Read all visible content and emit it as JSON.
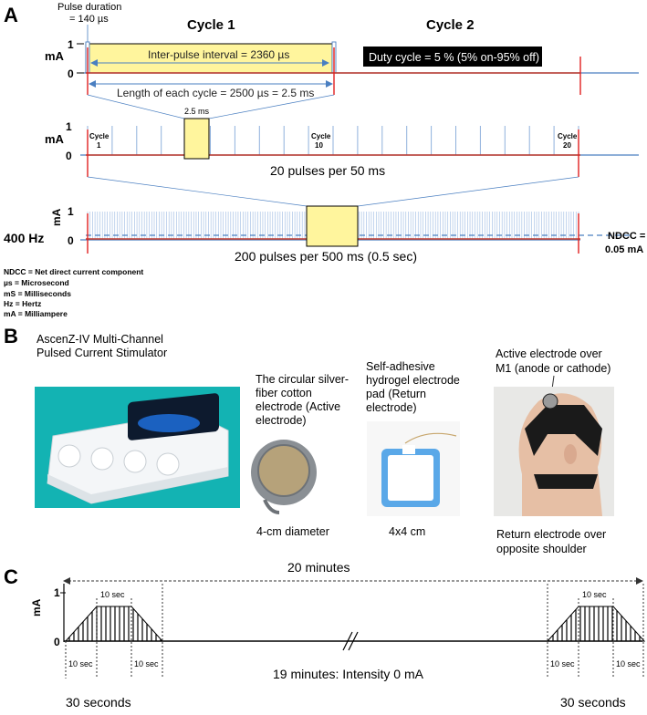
{
  "panelA": {
    "letter": "A",
    "pulse_duration": [
      "Pulse duration",
      "= 140 µs"
    ],
    "cycle1": "Cycle 1",
    "cycle2": "Cycle 2",
    "ma": "mA",
    "y1": "1",
    "y0": "0",
    "interpulse": "Inter-pulse interval = 2360 µs",
    "duty": "Duty cycle = 5 % (5% on-95% off)",
    "cycle_length": "Length of each cycle = 2500 µs = 2.5 ms",
    "ms25": "2.5 ms",
    "cyc_word": "Cycle",
    "c1": "1",
    "c10": "10",
    "c20": "20",
    "pulses50": "20 pulses per 50 ms",
    "hz": "400 Hz",
    "pulses500": "200 pulses per 500 ms (0.5 sec)",
    "ndcc": [
      "NDCC =",
      "0.05 mA"
    ],
    "legend": [
      "NDCC = Net direct current component",
      "µs =  Microsecond",
      "mS = Milliseconds",
      "Hz = Hertz",
      "mA = Milliampere"
    ],
    "colors": {
      "pulse_fill": "#fff59d",
      "baseline": "#c0392b",
      "blue": "#4a7fc1",
      "marker": "#e02020"
    }
  },
  "panelB": {
    "letter": "B",
    "device": [
      "AscenZ-IV Multi-Channel",
      "Pulsed Current Stimulator"
    ],
    "circular": [
      "The circular silver-",
      "fiber cotton",
      "electrode (Active",
      "electrode)"
    ],
    "diameter": "4-cm diameter",
    "hydrogel": [
      "Self-adhesive",
      "hydrogel electrode",
      "pad (Return",
      "electrode)"
    ],
    "size": "4x4 cm",
    "active": [
      "Active electrode over",
      "M1 (anode or cathode)"
    ],
    "return": [
      "Return electrode over",
      "opposite shoulder"
    ]
  },
  "panelC": {
    "letter": "C",
    "duration": "20 minutes",
    "ma": "mA",
    "y1": "1",
    "y0": "0",
    "sec10": "10 sec",
    "middle": "19 minutes: Intensity 0 mA",
    "thirty": "30 seconds"
  }
}
